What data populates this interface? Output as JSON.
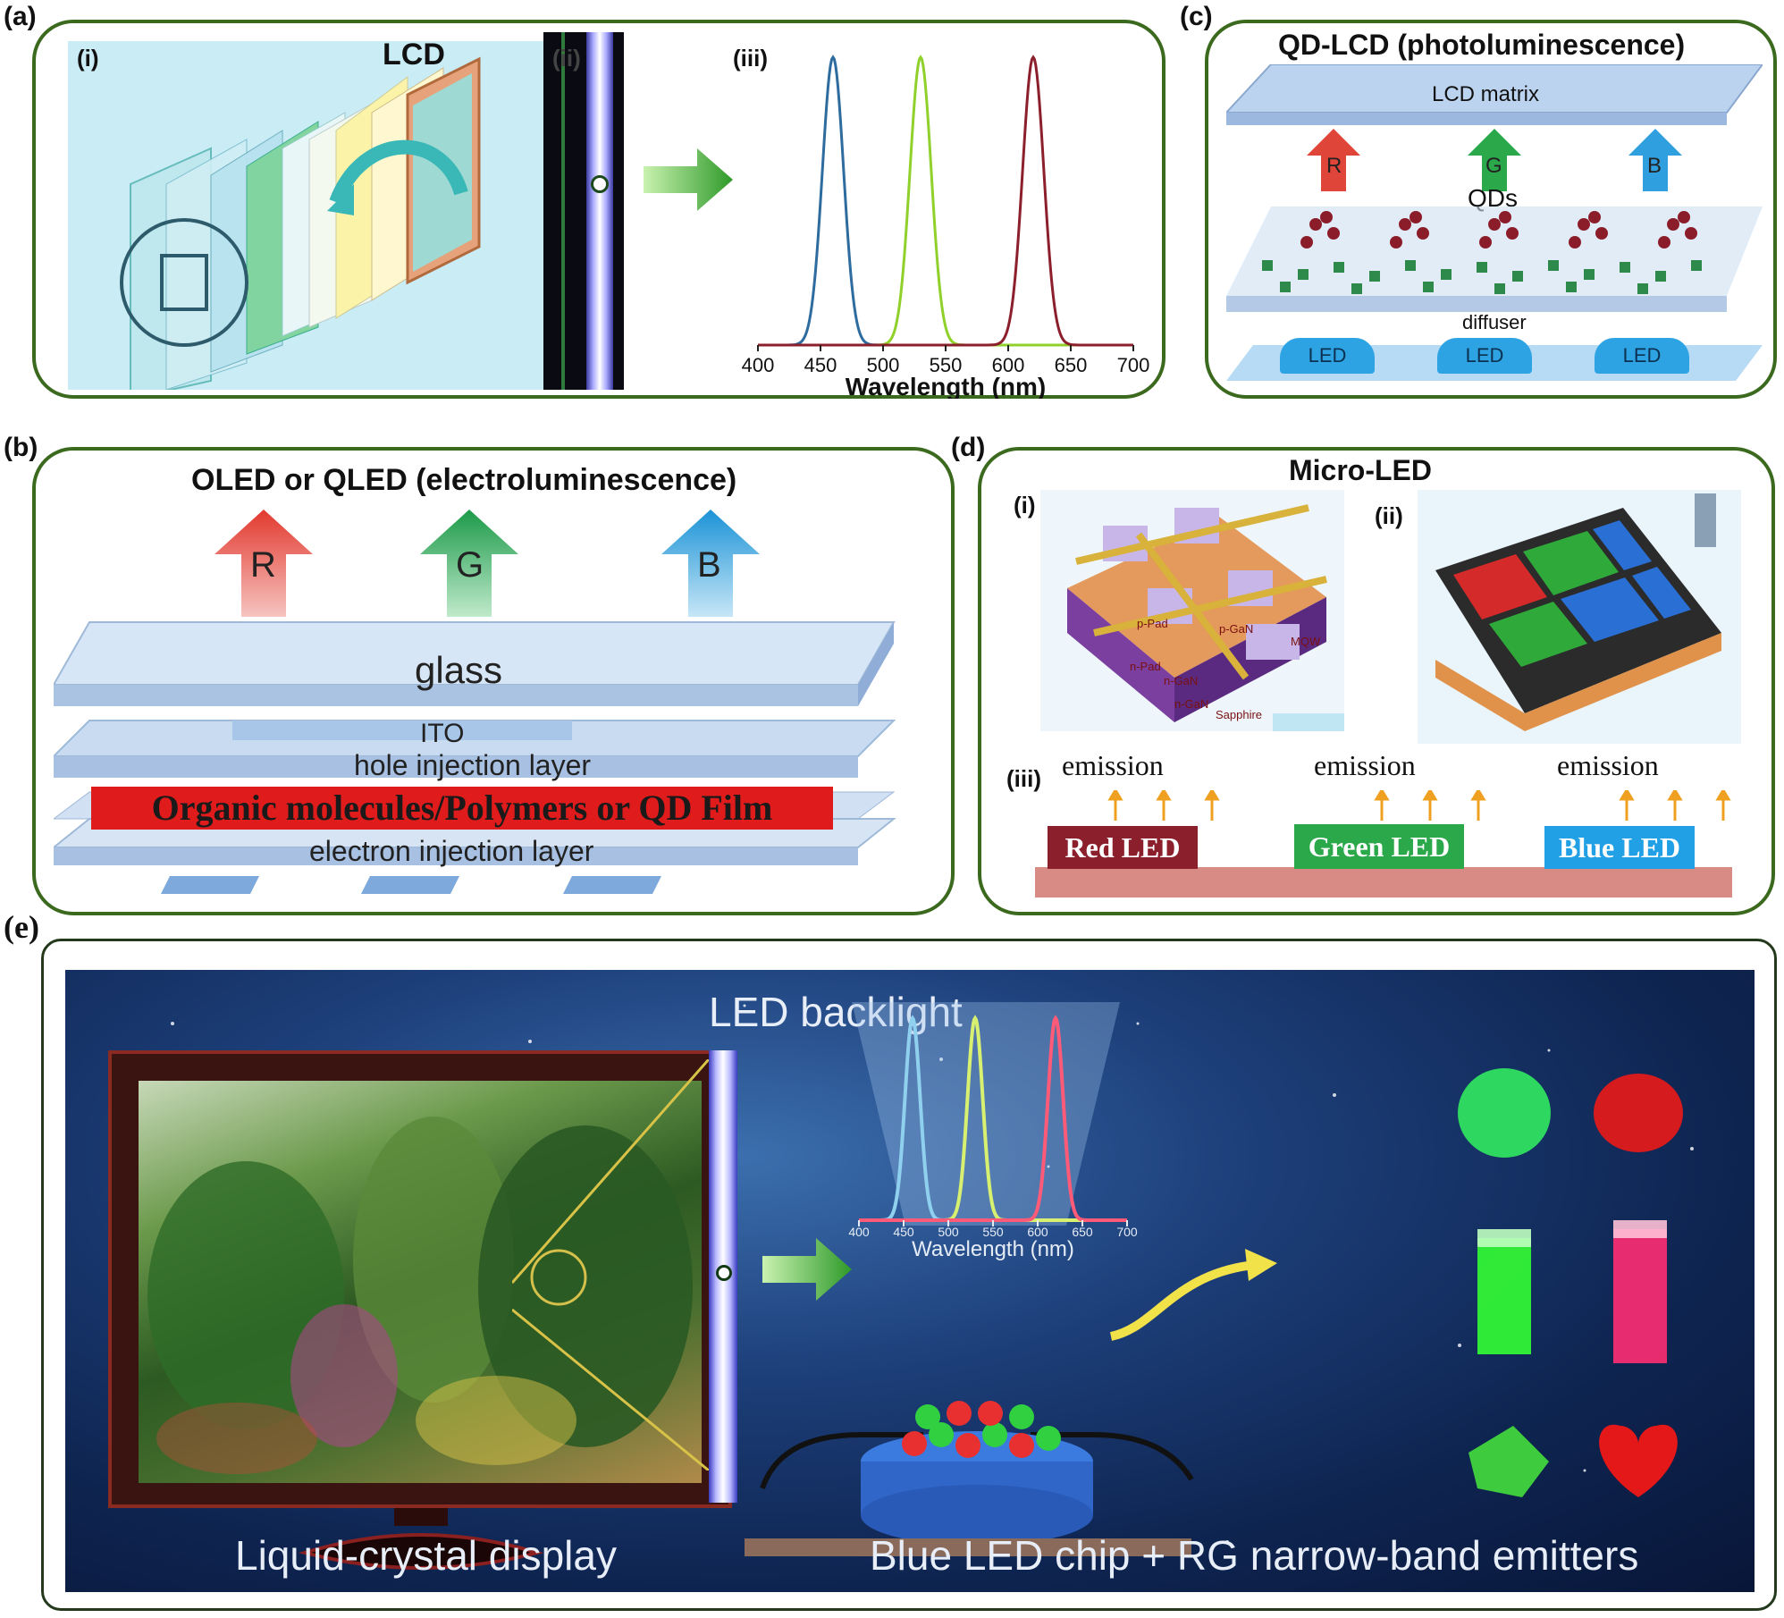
{
  "panels": {
    "a": {
      "label": "(a)",
      "title": "LCD",
      "sub_i": "(i)",
      "sub_ii": "(ii)",
      "sub_iii": "(iii)",
      "spectrum": {
        "xlabel": "Wavelength (nm)",
        "ticks": [
          "400",
          "450",
          "500",
          "550",
          "600",
          "650",
          "700"
        ]
      }
    },
    "b": {
      "label": "(b)",
      "title": "OLED or QLED (electroluminescence)",
      "arrows": [
        "R",
        "G",
        "B"
      ],
      "layers": {
        "glass": "glass",
        "ito": "ITO",
        "hole": "hole injection layer",
        "emissive": "Organic molecules/Polymers or QD Film",
        "electron": "electron injection layer"
      }
    },
    "c": {
      "label": "(c)",
      "title": "QD-LCD (photoluminescence)",
      "lcd_matrix": "LCD matrix",
      "arrows": [
        "R",
        "G",
        "B"
      ],
      "qds": "QDs",
      "diffuser": "diffuser",
      "leds": [
        "LED",
        "LED",
        "LED"
      ]
    },
    "d": {
      "label": "(d)",
      "title": "Micro-LED",
      "sub_i": "(i)",
      "sub_ii": "(ii)",
      "sub_iii": "(iii)",
      "emissions": [
        "emission",
        "emission",
        "emission"
      ],
      "leds": [
        "Red LED",
        "Green LED",
        "Blue LED"
      ],
      "chip_labels": [
        "p-GaN",
        "n-GaN",
        "MQW",
        "Sapphire",
        "n-GaN",
        "p-Pad",
        "n-Pad"
      ]
    },
    "e": {
      "label": "(e)",
      "backlight": "LED backlight",
      "lcd_caption": "Liquid-crystal display",
      "chip_caption": "Blue LED chip + RG narrow-band emitters",
      "spectrum": {
        "xlabel": "Wavelength (nm)",
        "ticks": [
          "400",
          "450",
          "500",
          "550",
          "600",
          "650",
          "700"
        ]
      }
    }
  },
  "colors": {
    "frame": "#3b6a1e",
    "red": "#e0453a",
    "green": "#2aa84a",
    "blue": "#2f9fe0",
    "blue_peak": "#2e6b9e",
    "green_peak": "#8fd12a",
    "red_peak": "#8c1f2c"
  },
  "chart_data": {
    "type": "line",
    "xlabel": "Wavelength (nm)",
    "xlim": [
      400,
      700
    ],
    "series": [
      {
        "peak": 460,
        "fwhm": 20
      },
      {
        "peak": 530,
        "fwhm": 20
      },
      {
        "peak": 620,
        "fwhm": 20
      }
    ]
  }
}
